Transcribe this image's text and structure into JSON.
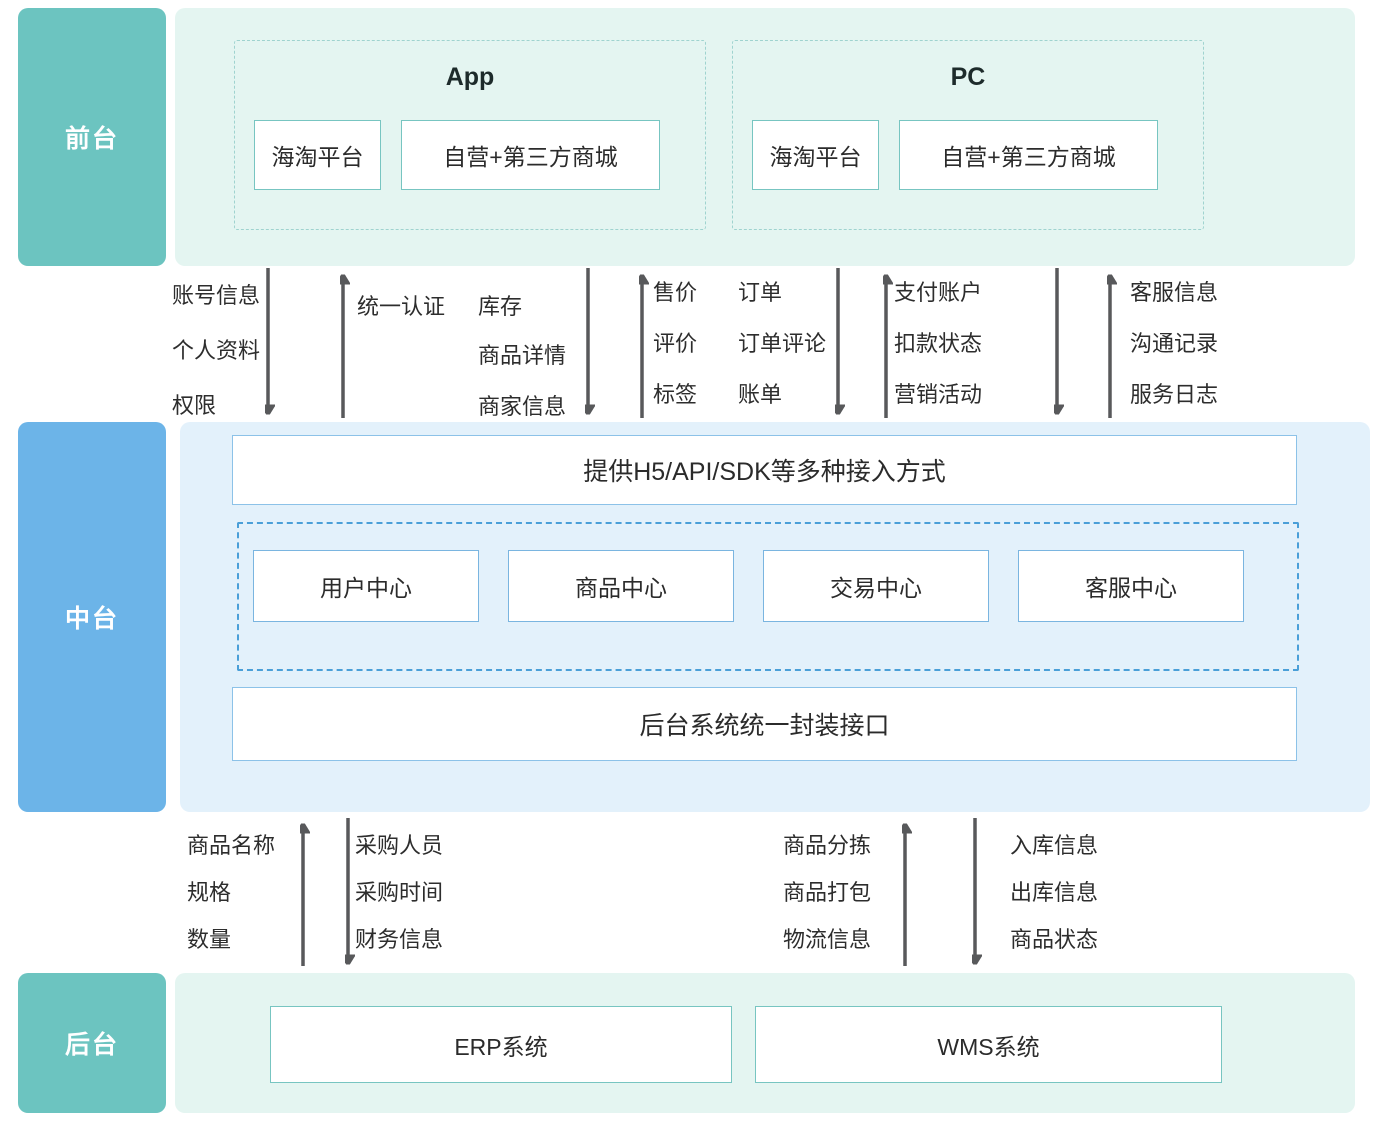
{
  "layers": {
    "front": {
      "tab_label": "前台",
      "groups": [
        {
          "title": "App",
          "boxes": [
            "海淘平台",
            "自营+第三方商城"
          ]
        },
        {
          "title": "PC",
          "boxes": [
            "海淘平台",
            "自营+第三方商城"
          ]
        }
      ]
    },
    "middle": {
      "tab_label": "中台",
      "top_bar": "提供H5/API/SDK等多种接入方式",
      "centers": [
        "用户中心",
        "商品中心",
        "交易中心",
        "客服中心"
      ],
      "bottom_bar": "后台系统统一封装接口"
    },
    "back": {
      "tab_label": "后台",
      "systems": [
        "ERP系统",
        "WMS系统"
      ]
    }
  },
  "flows": {
    "front_to_middle": [
      {
        "direction": "down",
        "labels": [
          "账号信息",
          "个人资料",
          "权限"
        ]
      },
      {
        "direction": "up",
        "labels": [
          "统一认证"
        ]
      },
      {
        "direction": "down",
        "labels": [
          "库存",
          "商品详情",
          "商家信息"
        ]
      },
      {
        "direction": "up",
        "labels": [
          "售价",
          "评价",
          "标签"
        ]
      },
      {
        "direction": "down",
        "labels": [
          "订单",
          "订单评论",
          "账单"
        ]
      },
      {
        "direction": "up",
        "labels": [
          "支付账户",
          "扣款状态",
          "营销活动"
        ]
      },
      {
        "direction": "down",
        "labels": []
      },
      {
        "direction": "up",
        "labels": [
          "客服信息",
          "沟通记录",
          "服务日志"
        ]
      }
    ],
    "middle_to_back": [
      {
        "direction": "up",
        "labels": [
          "商品名称",
          "规格",
          "数量"
        ]
      },
      {
        "direction": "down",
        "labels": [
          "采购人员",
          "采购时间",
          "财务信息"
        ]
      },
      {
        "direction": "up",
        "labels": [
          "商品分拣",
          "商品打包",
          "物流信息"
        ]
      },
      {
        "direction": "down",
        "labels": [
          "入库信息",
          "出库信息",
          "商品状态"
        ]
      }
    ]
  },
  "colors": {
    "front_accent": "#6cc4c0",
    "front_panel": "#e4f5f1",
    "middle_accent": "#6cb4e8",
    "middle_panel": "#e3f1fb",
    "arrow": "#58595b"
  }
}
